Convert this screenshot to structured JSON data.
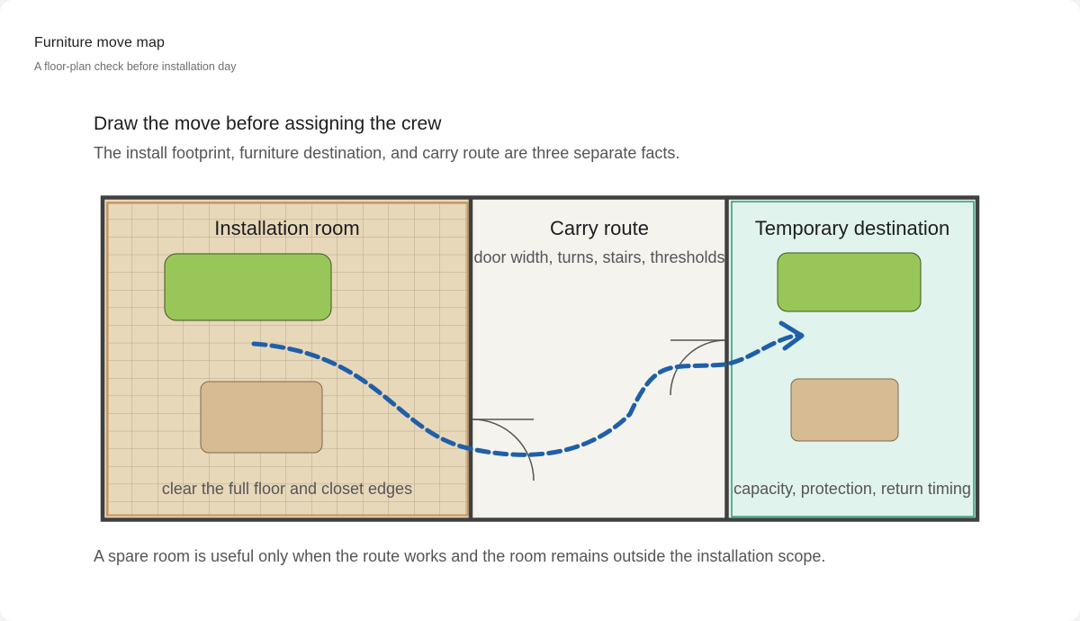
{
  "header": {
    "title": "Furniture move map",
    "subtitle": "A floor-plan check before installation day"
  },
  "main": {
    "heading": "Draw the move before assigning the crew",
    "lede": "The install footprint, furniture destination, and carry route are three separate facts.",
    "footnote": "A spare room is useful only when the route works and the room remains outside the installation scope."
  },
  "diagram": {
    "installation_room": {
      "label": "Installation room",
      "note": "clear the full floor and closet edges",
      "fill": "#e8d8ba",
      "border": "#c9935a"
    },
    "carry_route": {
      "label": "Carry route",
      "note": "door width, turns, stairs, thresholds",
      "fill": "#f4f3ee"
    },
    "temporary_destination": {
      "label": "Temporary destination",
      "note": "capacity, protection, return timing",
      "fill": "#e1f3ed",
      "border": "#2f9b73"
    },
    "colors": {
      "walls": "#404040",
      "green_furniture": "#99c659",
      "tan_furniture": "#d6bb93",
      "route_arrow": "#1f5fa8"
    }
  }
}
